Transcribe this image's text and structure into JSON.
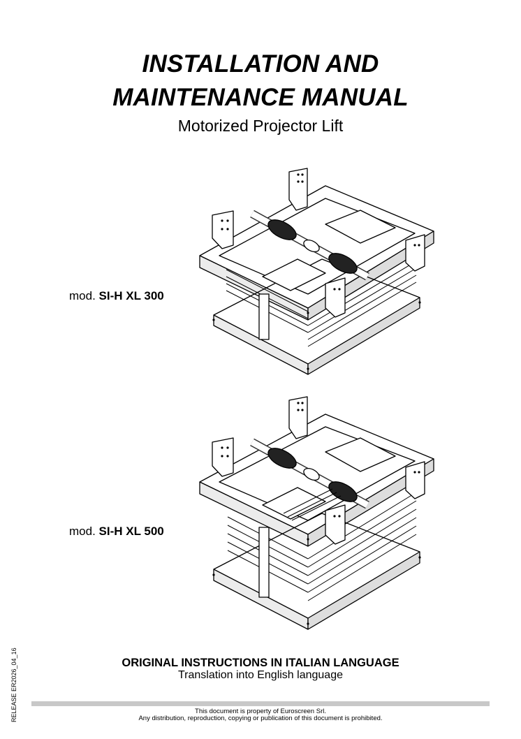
{
  "title": {
    "line1": "INSTALLATION AND",
    "line2": "MAINTENANCE MANUAL",
    "subtitle": "Motorized Projector Lift"
  },
  "models": [
    {
      "prefix": "mod.",
      "name": "SI-H XL 300"
    },
    {
      "prefix": "mod.",
      "name": "SI-H XL 500"
    }
  ],
  "language": {
    "original": "ORIGINAL INSTRUCTIONS IN ITALIAN LANGUAGE",
    "translation": "Translation into English language"
  },
  "release": "RELEASE ER2026_04_16",
  "footer": {
    "line1": "This document is property of Euroscreen Srl.",
    "line2": "Any distribution, reproduction, copying or publication of this document is prohibited."
  }
}
